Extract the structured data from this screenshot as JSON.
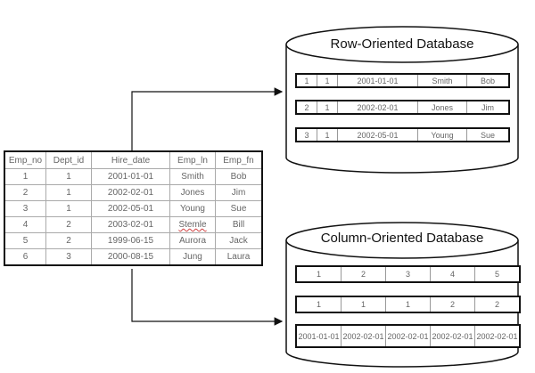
{
  "source_table": {
    "headers": [
      "Emp_no",
      "Dept_id",
      "Hire_date",
      "Emp_ln",
      "Emp_fn"
    ],
    "rows": [
      [
        "1",
        "1",
        "2001-01-01",
        "Smith",
        "Bob"
      ],
      [
        "2",
        "1",
        "2002-02-01",
        "Jones",
        "Jim"
      ],
      [
        "3",
        "1",
        "2002-05-01",
        "Young",
        "Sue"
      ],
      [
        "4",
        "2",
        "2003-02-01",
        "Stemle",
        "Bill"
      ],
      [
        "5",
        "2",
        "1999-06-15",
        "Aurora",
        "Jack"
      ],
      [
        "6",
        "3",
        "2000-08-15",
        "Jung",
        "Laura"
      ]
    ]
  },
  "row_db": {
    "title": "Row-Oriented Database",
    "rows": [
      [
        "1",
        "1",
        "2001-01-01",
        "Smith",
        "Bob"
      ],
      [
        "2",
        "1",
        "2002-02-01",
        "Jones",
        "Jim"
      ],
      [
        "3",
        "1",
        "2002-05-01",
        "Young",
        "Sue"
      ]
    ]
  },
  "col_db": {
    "title": "Column-Oriented Database",
    "rows": [
      [
        "1",
        "2",
        "3",
        "4",
        "5"
      ],
      [
        "1",
        "1",
        "1",
        "2",
        "2"
      ],
      [
        "2001-01-01",
        "2002-02-01",
        "2002-02-01",
        "2002-02-01",
        "2002-02-01"
      ]
    ]
  }
}
